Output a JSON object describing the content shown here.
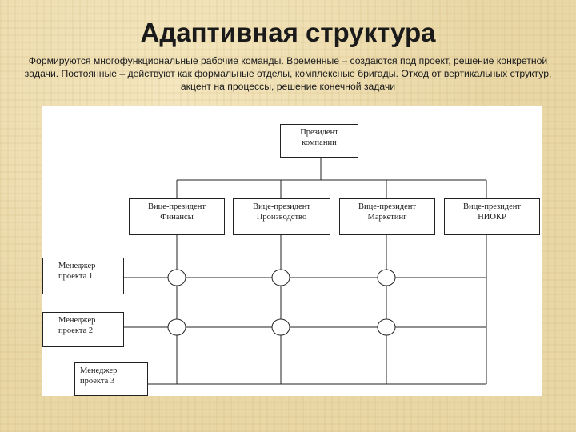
{
  "slide": {
    "title": "Адаптивная структура",
    "subtitle": "Формируются многофункциональные рабочие команды. Временные – создаются под проект, решение конкретной задачи. Постоянные – действуют как формальные отделы, комплексные бригады. Отход от вертикальных структур, акцент на процессы, решение конечной задачи"
  },
  "diagram": {
    "president": {
      "line1": "Президент",
      "line2": "компании"
    },
    "vice_presidents": [
      {
        "line1": "Вице-президент",
        "line2": "Финансы"
      },
      {
        "line1": "Вице-президент",
        "line2": "Производство"
      },
      {
        "line1": "Вице-президент",
        "line2": "Маркетинг"
      },
      {
        "line1": "Вице-президент",
        "line2": "НИОКР"
      }
    ],
    "project_managers": [
      {
        "line1": "Менеджер",
        "line2": "проекта 1"
      },
      {
        "line1": "Менеджер",
        "line2": "проекта 2"
      },
      {
        "line1": "Менеджер",
        "line2": "проекта 3"
      }
    ]
  },
  "colors": {
    "background": "#e9d7a6",
    "panel": "#ffffff",
    "lines": "#222222"
  }
}
